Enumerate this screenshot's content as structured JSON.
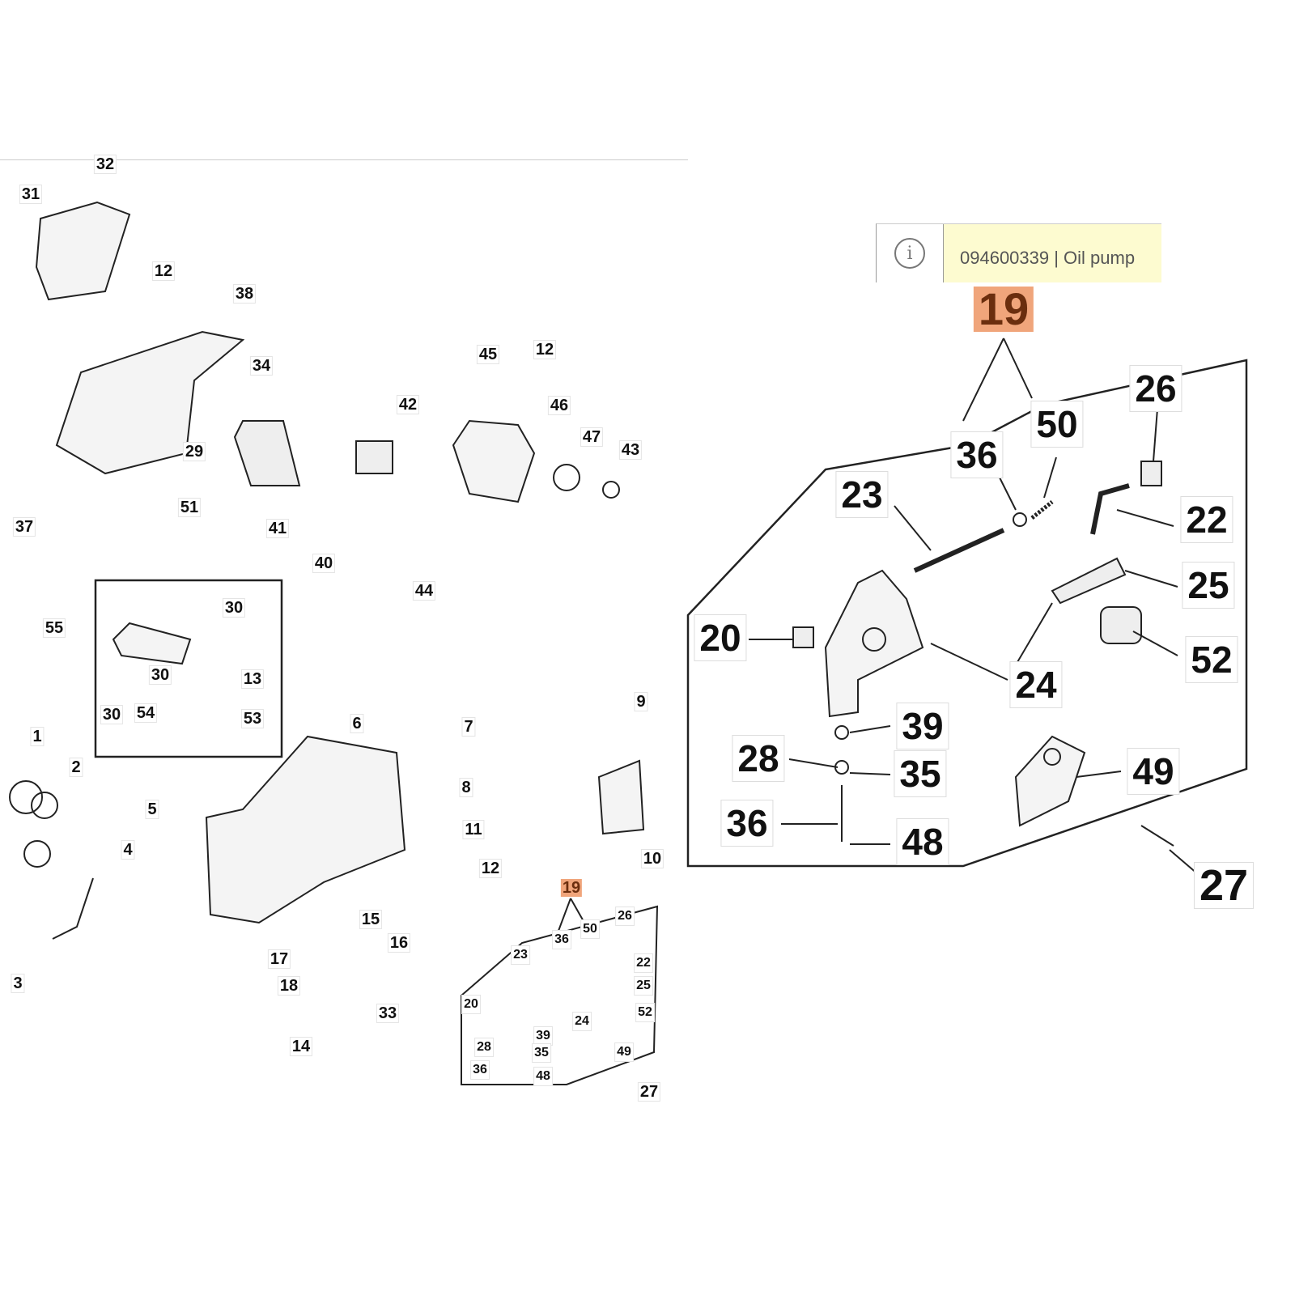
{
  "tooltip": {
    "icon": "info-icon",
    "text": "094600339 | Oil pump"
  },
  "highlight_color": "#f0a57b",
  "left_diagram": {
    "callouts": [
      "32",
      "31",
      "12",
      "38",
      "34",
      "29",
      "51",
      "37",
      "45",
      "12",
      "42",
      "46",
      "47",
      "43",
      "41",
      "40",
      "44",
      "55",
      "30",
      "30",
      "13",
      "30",
      "54",
      "53",
      "1",
      "2",
      "6",
      "7",
      "9",
      "8",
      "5",
      "11",
      "4",
      "12",
      "10",
      "19",
      "15",
      "16",
      "17",
      "18",
      "3",
      "26",
      "36",
      "50",
      "23",
      "22",
      "25",
      "20",
      "24",
      "52",
      "39",
      "28",
      "35",
      "49",
      "33",
      "14",
      "36",
      "48",
      "27"
    ]
  },
  "right_diagram": {
    "callouts": [
      "19",
      "26",
      "50",
      "36",
      "23",
      "22",
      "25",
      "20",
      "52",
      "24",
      "39",
      "28",
      "35",
      "49",
      "36",
      "48",
      "27"
    ]
  }
}
